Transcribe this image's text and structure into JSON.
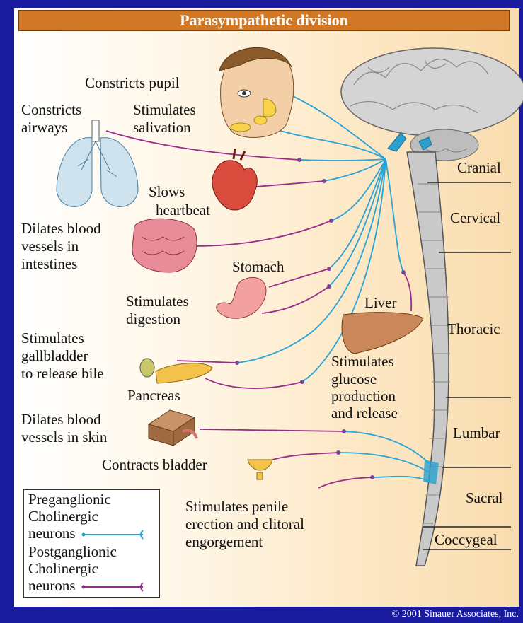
{
  "title": "Parasympathetic division",
  "colors": {
    "background": "#1a1a9e",
    "title_bar": "#d17826",
    "preganglionic": "#27a4d8",
    "postganglionic": "#9b2b8c"
  },
  "labels": {
    "pupil": "Constricts pupil",
    "airways_1": "Constricts",
    "airways_2": "airways",
    "salivation_1": "Stimulates",
    "salivation_2": "salivation",
    "heart_1": "Slows",
    "heart_2": "heartbeat",
    "intestine_1": "Dilates blood",
    "intestine_2": "vessels in",
    "intestine_3": "intestines",
    "stomach": "Stomach",
    "digestion_1": "Stimulates",
    "digestion_2": "digestion",
    "liver": "Liver",
    "gallbladder_1": "Stimulates",
    "gallbladder_2": "gallbladder",
    "gallbladder_3": "to release bile",
    "pancreas": "Pancreas",
    "glucose_1": "Stimulates",
    "glucose_2": "glucose",
    "glucose_3": "production",
    "glucose_4": "and release",
    "skin_1": "Dilates blood",
    "skin_2": "vessels in skin",
    "bladder": "Contracts bladder",
    "penile_1": "Stimulates penile",
    "penile_2": "erection and clitoral",
    "penile_3": "engorgement"
  },
  "regions": [
    "Cranial",
    "Cervical",
    "Thoracic",
    "Lumbar",
    "Sacral",
    "Coccygeal"
  ],
  "legend": {
    "pre_1": "Preganglionic",
    "pre_2": "Cholinergic",
    "pre_3": "neurons",
    "post_1": "Postganglionic",
    "post_2": "Cholinergic",
    "post_3": "neurons"
  },
  "copyright": "© 2001 Sinauer Associates, Inc."
}
